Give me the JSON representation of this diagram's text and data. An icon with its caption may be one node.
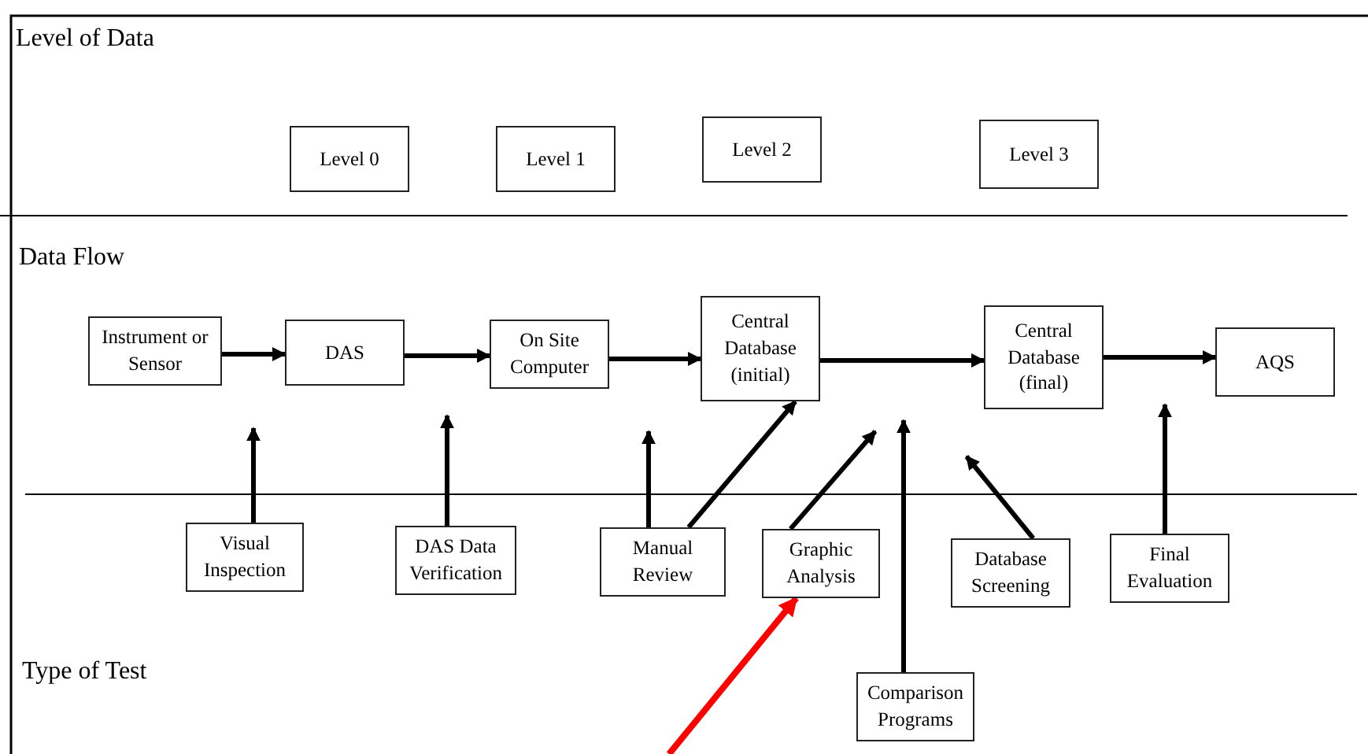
{
  "diagram": {
    "nodes": [
      {
        "text": [
          "Level 0"
        ]
      },
      {
        "text": [
          "Level 1"
        ]
      },
      {
        "text": [
          "Level 2"
        ]
      },
      {
        "text": [
          "Level 3"
        ]
      },
      {
        "text": [
          "Instrument or Sensor"
        ]
      },
      {
        "text": [
          "DAS"
        ]
      },
      {
        "text": [
          "On Site Computer"
        ]
      },
      {
        "text": [
          "Central Database (initial)"
        ]
      },
      {
        "text": [
          "Central Database (final)"
        ]
      },
      {
        "text": [
          "AQS"
        ]
      },
      {
        "text": [
          "Visual Inspection"
        ]
      },
      {
        "text": [
          "DAS Data Verification"
        ]
      },
      {
        "text": [
          "Manual Review"
        ]
      },
      {
        "text": [
          "Graphic Analysis"
        ]
      },
      {
        "text": [
          "Database Screening"
        ]
      },
      {
        "text": [
          "Final Evaluation"
        ]
      },
      {
        "text": [
          "Comparison Programs"
        ]
      }
    ],
    "edges": [
      {
        "from": 4,
        "to": 5,
        "arrow": "to"
      },
      {
        "from": 5,
        "to": 6,
        "arrow": "to"
      },
      {
        "from": 6,
        "to": 7,
        "arrow": "to"
      },
      {
        "from": 7,
        "to": 8,
        "arrow": "to"
      },
      {
        "from": 8,
        "to": 9,
        "arrow": "to"
      },
      {
        "from": 10,
        "to": null,
        "arrow": "to"
      },
      {
        "from": 11,
        "to": null,
        "arrow": "to"
      },
      {
        "from": 12,
        "to": null,
        "arrow": "to"
      },
      {
        "from": 12,
        "to": 7,
        "arrow": "to"
      },
      {
        "from": 13,
        "to": null,
        "arrow": "to"
      },
      {
        "from": 16,
        "to": null,
        "arrow": "to"
      },
      {
        "from": 14,
        "to": null,
        "arrow": "to"
      },
      {
        "from": 15,
        "to": null,
        "arrow": "to"
      },
      {
        "from": null,
        "to": 13,
        "arrow": "to",
        "color": "#ff0000"
      }
    ],
    "labels": [
      "Level of Data",
      "Data Flow",
      "Type of Test"
    ]
  }
}
